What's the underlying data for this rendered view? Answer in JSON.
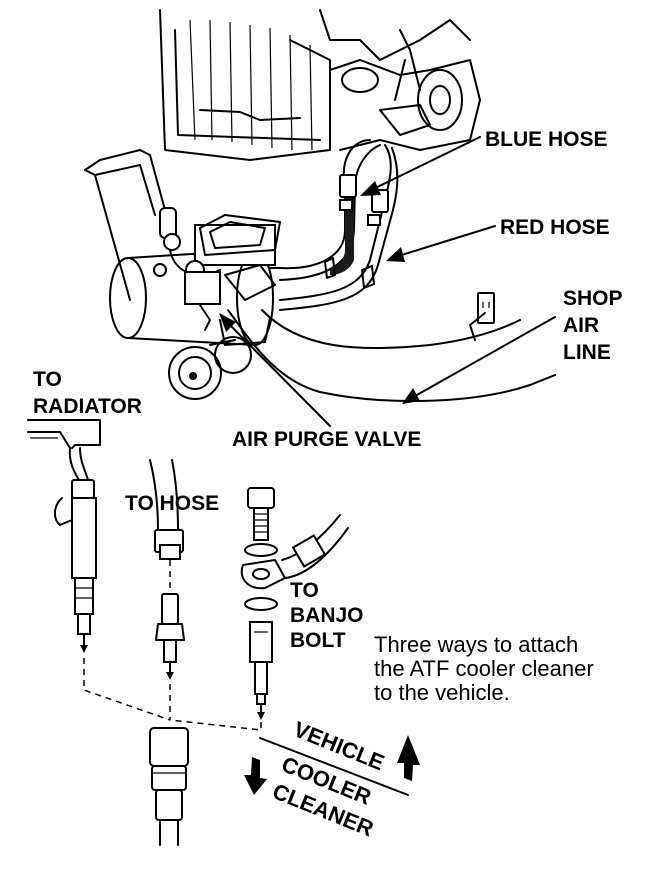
{
  "labels": {
    "blue_hose": "BLUE  HOSE",
    "red_hose": "RED HOSE",
    "shop_air_line": [
      "SHOP",
      "AIR",
      "LINE"
    ],
    "air_purge_valve": "AIR PURGE VALVE",
    "to_radiator": [
      "TO",
      "RADIATOR"
    ],
    "to_hose": "TO HOSE",
    "to_banjo_bolt": [
      "TO",
      "BANJO",
      "BOLT"
    ],
    "vehicle": "VEHICLE",
    "cooler_cleaner": [
      "COOLER",
      "CLEANER"
    ]
  },
  "description": [
    "Three ways to attach",
    "the ATF cooler cleaner",
    "to the vehicle."
  ],
  "icons": [
    "engine-illustration",
    "compressor-illustration",
    "radiator-fitting",
    "hose-fitting",
    "banjo-bolt-fitting",
    "quick-coupler",
    "up-arrow-icon",
    "down-arrow-icon"
  ]
}
